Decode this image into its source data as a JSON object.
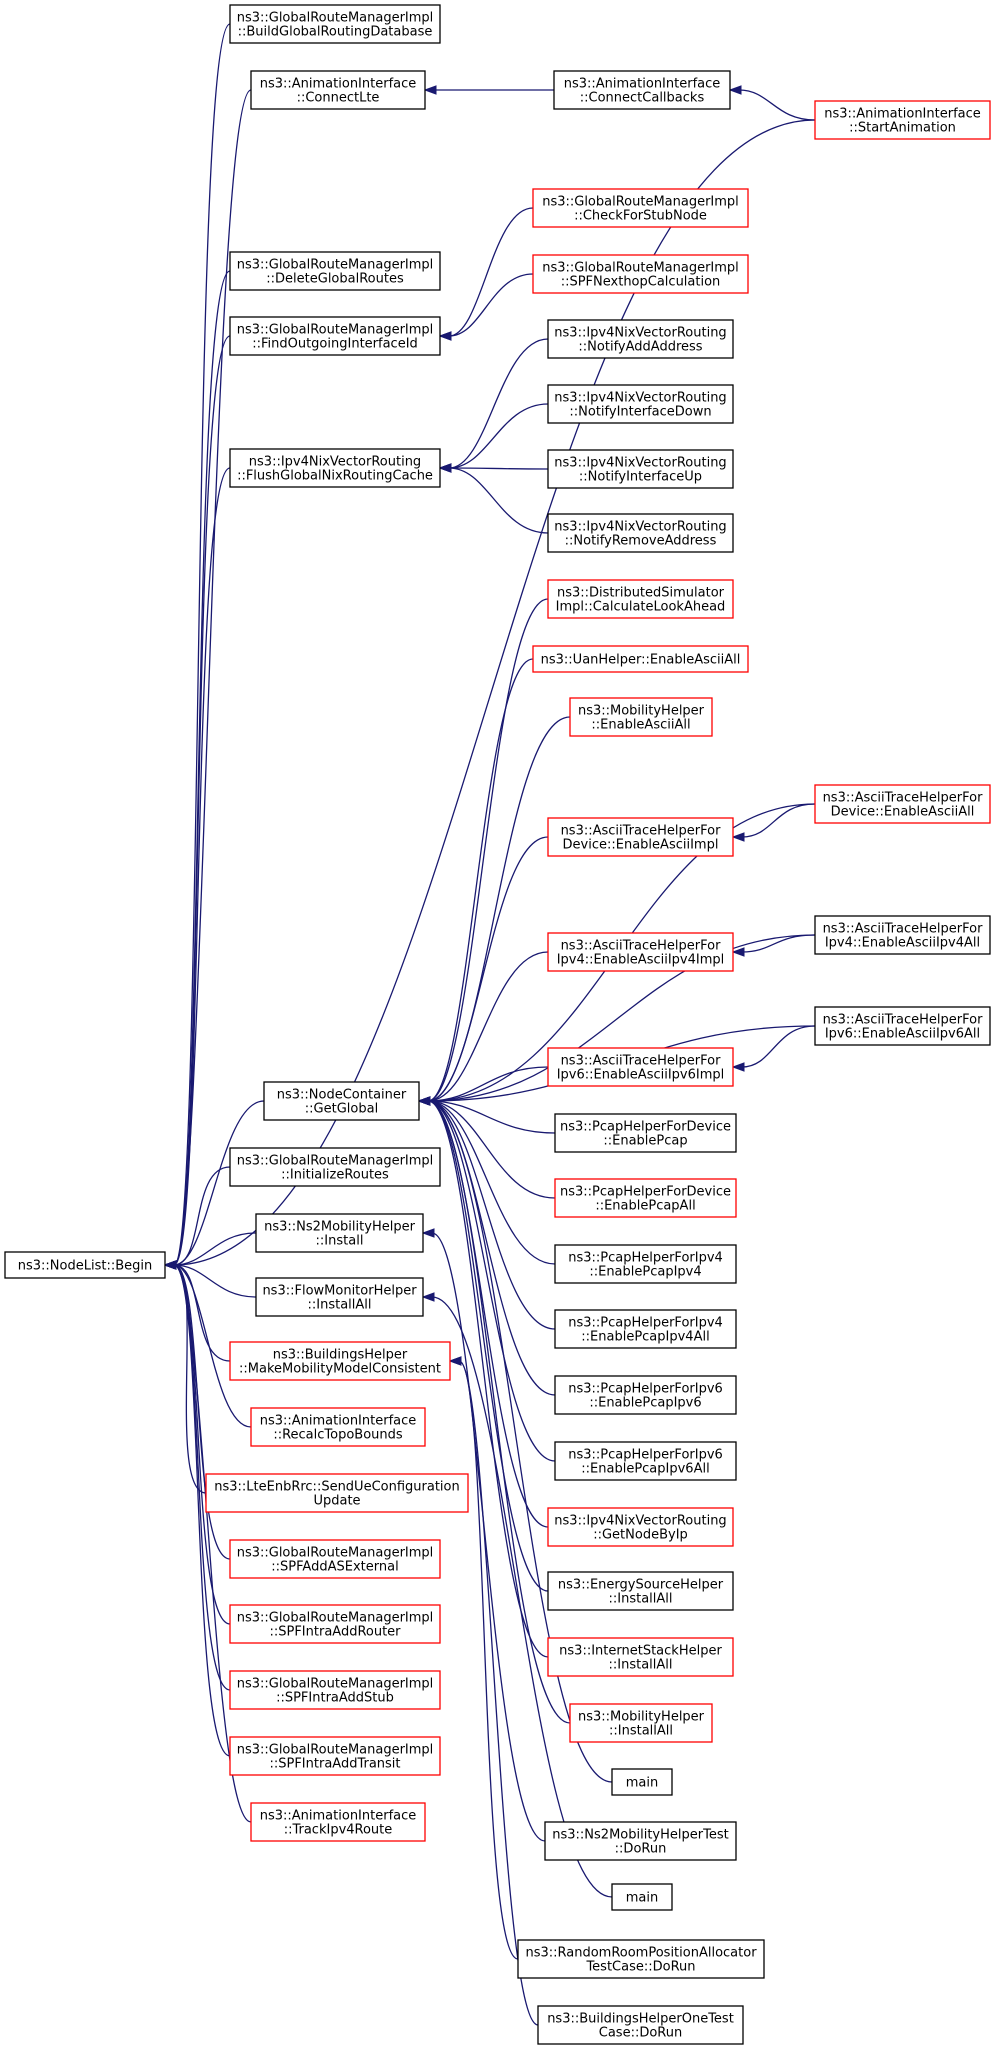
{
  "colors": {
    "edge": "#191970",
    "node_border_default": "#000000",
    "node_border_truncated": "#ff0000",
    "root_fill": "#bfbfbf"
  },
  "graph": {
    "nodes": [
      {
        "id": "root",
        "lines": [
          "ns3::NodeList::Begin"
        ],
        "style": "root"
      },
      {
        "id": "n1",
        "lines": [
          "ns3::GlobalRouteManagerImpl",
          "::BuildGlobalRoutingDatabase"
        ],
        "style": "normal"
      },
      {
        "id": "n2",
        "lines": [
          "ns3::AnimationInterface",
          "::ConnectLte"
        ],
        "style": "normal"
      },
      {
        "id": "n3",
        "lines": [
          "ns3::AnimationInterface",
          "::ConnectCallbacks"
        ],
        "style": "normal"
      },
      {
        "id": "n4",
        "lines": [
          "ns3::AnimationInterface",
          "::StartAnimation"
        ],
        "style": "truncated"
      },
      {
        "id": "n5",
        "lines": [
          "ns3::GlobalRouteManagerImpl",
          "::CheckForStubNode"
        ],
        "style": "truncated"
      },
      {
        "id": "n6",
        "lines": [
          "ns3::GlobalRouteManagerImpl",
          "::DeleteGlobalRoutes"
        ],
        "style": "normal"
      },
      {
        "id": "n7",
        "lines": [
          "ns3::GlobalRouteManagerImpl",
          "::SPFNexthopCalculation"
        ],
        "style": "truncated"
      },
      {
        "id": "n8",
        "lines": [
          "ns3::GlobalRouteManagerImpl",
          "::FindOutgoingInterfaceId"
        ],
        "style": "normal"
      },
      {
        "id": "n9",
        "lines": [
          "ns3::Ipv4NixVectorRouting",
          "::NotifyAddAddress"
        ],
        "style": "normal"
      },
      {
        "id": "n10",
        "lines": [
          "ns3::Ipv4NixVectorRouting",
          "::NotifyInterfaceDown"
        ],
        "style": "normal"
      },
      {
        "id": "n11",
        "lines": [
          "ns3::Ipv4NixVectorRouting",
          "::FlushGlobalNixRoutingCache"
        ],
        "style": "normal"
      },
      {
        "id": "n12",
        "lines": [
          "ns3::Ipv4NixVectorRouting",
          "::NotifyInterfaceUp"
        ],
        "style": "normal"
      },
      {
        "id": "n13",
        "lines": [
          "ns3::Ipv4NixVectorRouting",
          "::NotifyRemoveAddress"
        ],
        "style": "normal"
      },
      {
        "id": "n14",
        "lines": [
          "ns3::DistributedSimulator",
          "Impl::CalculateLookAhead"
        ],
        "style": "truncated"
      },
      {
        "id": "n15",
        "lines": [
          "ns3::UanHelper::EnableAsciiAll"
        ],
        "style": "truncated"
      },
      {
        "id": "n16",
        "lines": [
          "ns3::MobilityHelper",
          "::EnableAsciiAll"
        ],
        "style": "truncated"
      },
      {
        "id": "n17",
        "lines": [
          "ns3::AsciiTraceHelperFor",
          "Device::EnableAsciiAll"
        ],
        "style": "truncated"
      },
      {
        "id": "n18",
        "lines": [
          "ns3::AsciiTraceHelperFor",
          "Device::EnableAsciiImpl"
        ],
        "style": "truncated"
      },
      {
        "id": "n19",
        "lines": [
          "ns3::AsciiTraceHelperFor",
          "Ipv4::EnableAsciiIpv4All"
        ],
        "style": "normal"
      },
      {
        "id": "n20",
        "lines": [
          "ns3::AsciiTraceHelperFor",
          "Ipv4::EnableAsciiIpv4Impl"
        ],
        "style": "truncated"
      },
      {
        "id": "n21",
        "lines": [
          "ns3::AsciiTraceHelperFor",
          "Ipv6::EnableAsciiIpv6All"
        ],
        "style": "normal"
      },
      {
        "id": "n22",
        "lines": [
          "ns3::AsciiTraceHelperFor",
          "Ipv6::EnableAsciiIpv6Impl"
        ],
        "style": "truncated"
      },
      {
        "id": "n23",
        "lines": [
          "ns3::NodeContainer",
          "::GetGlobal"
        ],
        "style": "normal"
      },
      {
        "id": "n24",
        "lines": [
          "ns3::PcapHelperForDevice",
          "::EnablePcap"
        ],
        "style": "normal"
      },
      {
        "id": "n25",
        "lines": [
          "ns3::GlobalRouteManagerImpl",
          "::InitializeRoutes"
        ],
        "style": "normal"
      },
      {
        "id": "n26",
        "lines": [
          "ns3::PcapHelperForDevice",
          "::EnablePcapAll"
        ],
        "style": "truncated"
      },
      {
        "id": "n27",
        "lines": [
          "ns3::Ns2MobilityHelper",
          "::Install"
        ],
        "style": "normal"
      },
      {
        "id": "n28",
        "lines": [
          "ns3::PcapHelperForIpv4",
          "::EnablePcapIpv4"
        ],
        "style": "normal"
      },
      {
        "id": "n29",
        "lines": [
          "ns3::FlowMonitorHelper",
          "::InstallAll"
        ],
        "style": "normal"
      },
      {
        "id": "n30",
        "lines": [
          "ns3::PcapHelperForIpv4",
          "::EnablePcapIpv4All"
        ],
        "style": "normal"
      },
      {
        "id": "n31",
        "lines": [
          "ns3::BuildingsHelper",
          "::MakeMobilityModelConsistent"
        ],
        "style": "truncated"
      },
      {
        "id": "n32",
        "lines": [
          "ns3::PcapHelperForIpv6",
          "::EnablePcapIpv6"
        ],
        "style": "normal"
      },
      {
        "id": "n33",
        "lines": [
          "ns3::AnimationInterface",
          "::RecalcTopoBounds"
        ],
        "style": "truncated"
      },
      {
        "id": "n34",
        "lines": [
          "ns3::PcapHelperForIpv6",
          "::EnablePcapIpv6All"
        ],
        "style": "normal"
      },
      {
        "id": "n35",
        "lines": [
          "ns3::LteEnbRrc::SendUeConfiguration",
          "Update"
        ],
        "style": "truncated"
      },
      {
        "id": "n36",
        "lines": [
          "ns3::Ipv4NixVectorRouting",
          "::GetNodeByIp"
        ],
        "style": "truncated"
      },
      {
        "id": "n37",
        "lines": [
          "ns3::GlobalRouteManagerImpl",
          "::SPFAddASExternal"
        ],
        "style": "truncated"
      },
      {
        "id": "n38",
        "lines": [
          "ns3::EnergySourceHelper",
          "::InstallAll"
        ],
        "style": "normal"
      },
      {
        "id": "n39",
        "lines": [
          "ns3::GlobalRouteManagerImpl",
          "::SPFIntraAddRouter"
        ],
        "style": "truncated"
      },
      {
        "id": "n40",
        "lines": [
          "ns3::InternetStackHelper",
          "::InstallAll"
        ],
        "style": "truncated"
      },
      {
        "id": "n41",
        "lines": [
          "ns3::GlobalRouteManagerImpl",
          "::SPFIntraAddStub"
        ],
        "style": "truncated"
      },
      {
        "id": "n42",
        "lines": [
          "ns3::MobilityHelper",
          "::InstallAll"
        ],
        "style": "truncated"
      },
      {
        "id": "n43",
        "lines": [
          "ns3::GlobalRouteManagerImpl",
          "::SPFIntraAddTransit"
        ],
        "style": "truncated"
      },
      {
        "id": "n44",
        "lines": [
          "main"
        ],
        "style": "normal"
      },
      {
        "id": "n45",
        "lines": [
          "ns3::AnimationInterface",
          "::TrackIpv4Route"
        ],
        "style": "truncated"
      },
      {
        "id": "n46",
        "lines": [
          "ns3::Ns2MobilityHelperTest",
          "::DoRun"
        ],
        "style": "normal"
      },
      {
        "id": "n47",
        "lines": [
          "main"
        ],
        "style": "normal"
      },
      {
        "id": "n48",
        "lines": [
          "ns3::RandomRoomPositionAllocator",
          "TestCase::DoRun"
        ],
        "style": "normal"
      },
      {
        "id": "n49",
        "lines": [
          "ns3::BuildingsHelperOneTest",
          "Case::DoRun"
        ],
        "style": "normal"
      }
    ],
    "edges": [
      [
        "n1",
        "root"
      ],
      [
        "n2",
        "root"
      ],
      [
        "n3",
        "n2"
      ],
      [
        "n4",
        "n3"
      ],
      [
        "n4",
        "root"
      ],
      [
        "n6",
        "root"
      ],
      [
        "n5",
        "n8"
      ],
      [
        "n7",
        "n8"
      ],
      [
        "n8",
        "root"
      ],
      [
        "n9",
        "n11"
      ],
      [
        "n10",
        "n11"
      ],
      [
        "n12",
        "n11"
      ],
      [
        "n13",
        "n11"
      ],
      [
        "n11",
        "root"
      ],
      [
        "n14",
        "n23"
      ],
      [
        "n15",
        "n23"
      ],
      [
        "n16",
        "n23"
      ],
      [
        "n17",
        "n23"
      ],
      [
        "n17",
        "n18"
      ],
      [
        "n18",
        "n23"
      ],
      [
        "n19",
        "n23"
      ],
      [
        "n19",
        "n20"
      ],
      [
        "n20",
        "n23"
      ],
      [
        "n21",
        "n23"
      ],
      [
        "n21",
        "n22"
      ],
      [
        "n22",
        "n23"
      ],
      [
        "n24",
        "n23"
      ],
      [
        "n26",
        "n23"
      ],
      [
        "n28",
        "n23"
      ],
      [
        "n30",
        "n23"
      ],
      [
        "n32",
        "n23"
      ],
      [
        "n34",
        "n23"
      ],
      [
        "n36",
        "n23"
      ],
      [
        "n38",
        "n23"
      ],
      [
        "n40",
        "n23"
      ],
      [
        "n42",
        "n23"
      ],
      [
        "n44",
        "n23"
      ],
      [
        "n23",
        "root"
      ],
      [
        "n25",
        "root"
      ],
      [
        "n27",
        "root"
      ],
      [
        "n29",
        "root"
      ],
      [
        "n31",
        "root"
      ],
      [
        "n33",
        "root"
      ],
      [
        "n35",
        "root"
      ],
      [
        "n37",
        "root"
      ],
      [
        "n39",
        "root"
      ],
      [
        "n41",
        "root"
      ],
      [
        "n43",
        "root"
      ],
      [
        "n45",
        "root"
      ],
      [
        "n46",
        "n27"
      ],
      [
        "n47",
        "n29"
      ],
      [
        "n48",
        "n31"
      ],
      [
        "n49",
        "n31"
      ]
    ]
  }
}
